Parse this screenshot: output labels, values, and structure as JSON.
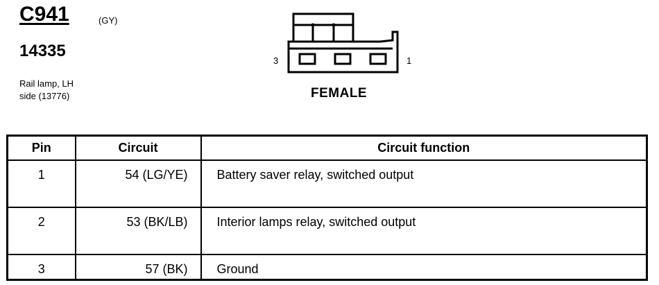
{
  "connector": {
    "id": "C941",
    "color_code": "(GY)",
    "part_number": "14335",
    "description_line1": "Rail lamp, LH",
    "description_line2": "side (13776)",
    "pin_left_label": "3",
    "pin_right_label": "1",
    "gender": "FEMALE"
  },
  "table": {
    "headers": {
      "pin": "Pin",
      "circuit": "Circuit",
      "function": "Circuit function"
    },
    "rows": [
      {
        "pin": "1",
        "circuit": "54 (LG/YE)",
        "function": "Battery saver relay, switched output"
      },
      {
        "pin": "2",
        "circuit": "53 (BK/LB)",
        "function": "Interior lamps relay, switched output"
      },
      {
        "pin": "3",
        "circuit": "57 (BK)",
        "function": "Ground"
      }
    ]
  }
}
